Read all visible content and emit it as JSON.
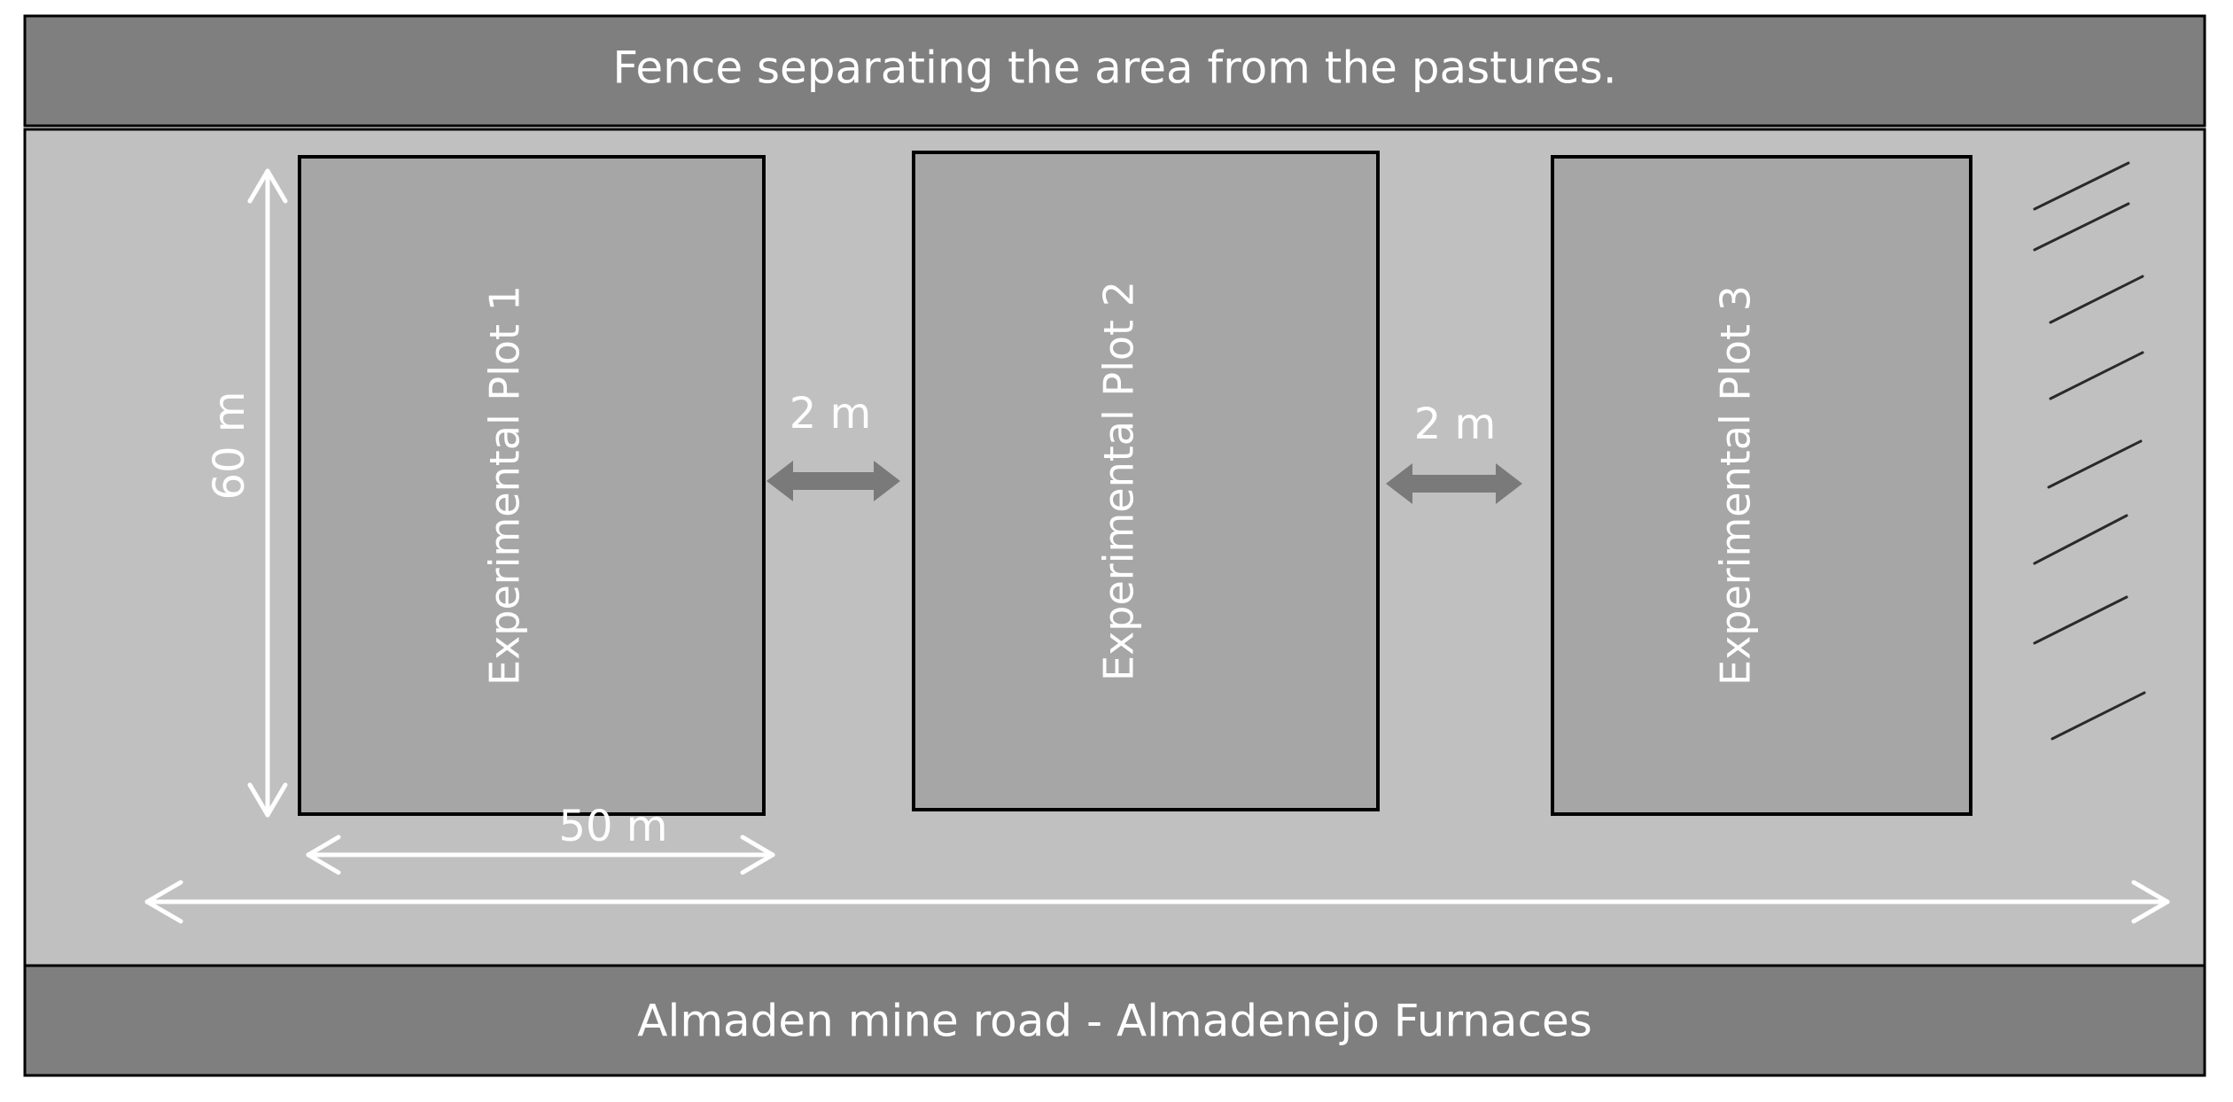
{
  "diagram": {
    "top_band": {
      "label": "Fence separating the area from the pastures."
    },
    "bottom_band": {
      "label": "Almaden mine road - Almadenejo Furnaces"
    },
    "plots": [
      {
        "label": "Experimental Plot 1"
      },
      {
        "label": "Experimental Plot 2"
      },
      {
        "label": "Experimental Plot 3"
      }
    ],
    "dimensions": {
      "plot_height": "60 m",
      "plot_width": "50 m",
      "gap_1_2": "2 m",
      "gap_2_3": "2 m"
    },
    "colors": {
      "band": "#7f7f7f",
      "area": "#c0c0c0",
      "plot": "#a6a6a6",
      "gap_arrow": "#7a7a7a",
      "dimension_arrow": "#ffffff",
      "outline": "#000000"
    }
  }
}
